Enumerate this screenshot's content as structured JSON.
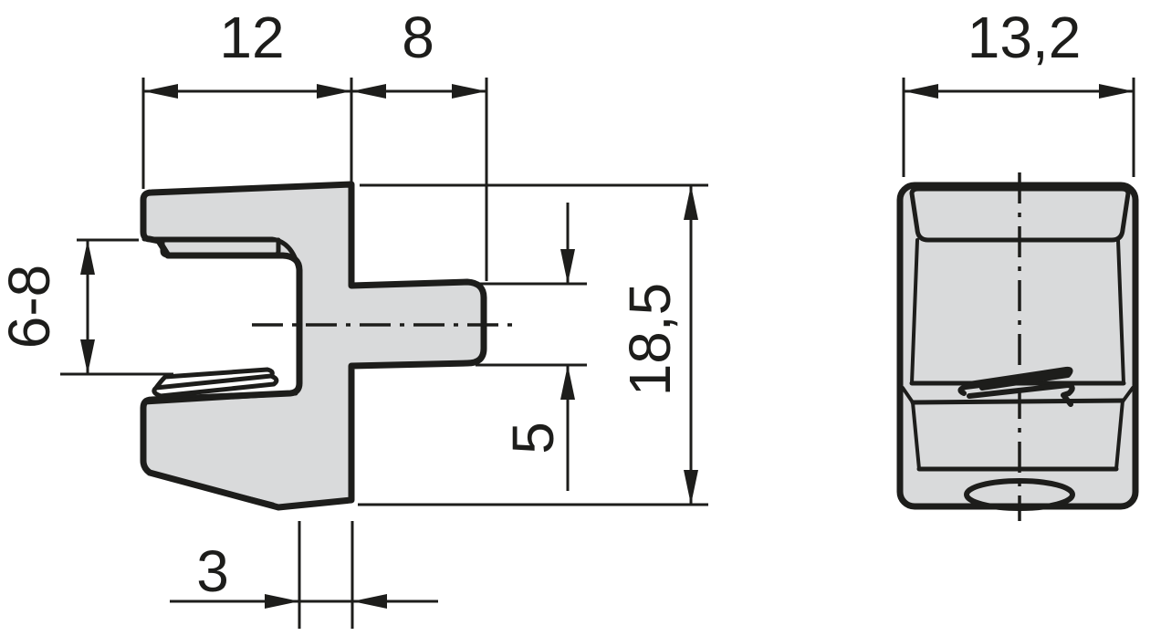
{
  "drawing": {
    "dimensions": {
      "jaw_depth": "12",
      "pin_length": "8",
      "front_width": "13,2",
      "clamp_opening_range": "6-8",
      "overall_height": "18,5",
      "pin_height": "5",
      "web_thickness": "3"
    },
    "colors": {
      "part_fill": "#d9dadb",
      "outline": "#1d1d1b",
      "background": "#ffffff"
    }
  }
}
